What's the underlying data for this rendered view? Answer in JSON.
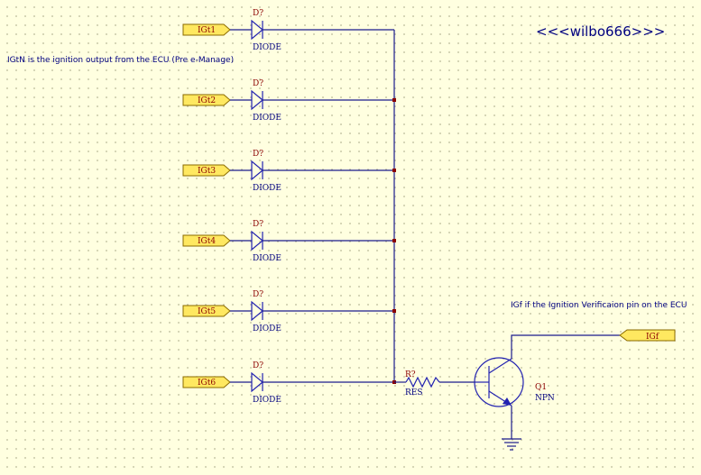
{
  "watermark": "<<<wilbo666>>>",
  "note_ign": "IGtN is the ignition output from the ECU (Pre e-Manage)",
  "note_igf": "IGf if the Ignition Verificaion pin on the ECU",
  "channels": [
    {
      "port": "IGt1",
      "designator": "D?",
      "part": "DIODE"
    },
    {
      "port": "IGt2",
      "designator": "D?",
      "part": "DIODE"
    },
    {
      "port": "IGt3",
      "designator": "D?",
      "part": "DIODE"
    },
    {
      "port": "IGt4",
      "designator": "D?",
      "part": "DIODE"
    },
    {
      "port": "IGt5",
      "designator": "D?",
      "part": "DIODE"
    },
    {
      "port": "IGt6",
      "designator": "D?",
      "part": "DIODE"
    }
  ],
  "resistor": {
    "designator": "R?",
    "part": "RES"
  },
  "transistor": {
    "designator": "Q1",
    "part": "NPN"
  },
  "igf_port": "IGf"
}
